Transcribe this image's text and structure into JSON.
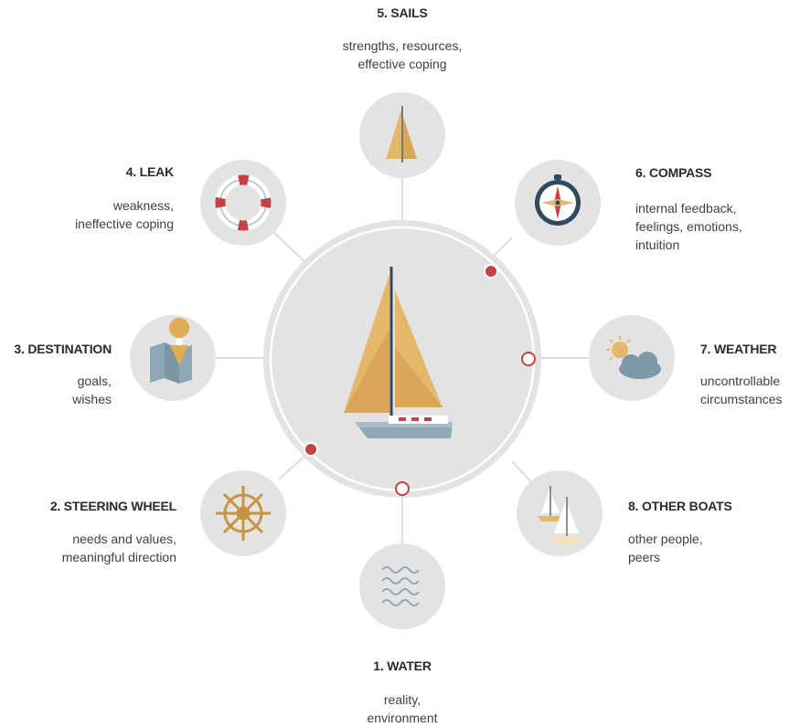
{
  "diagram": {
    "nodes": [
      {
        "id": "sails",
        "title": "5. SAILS",
        "description": [
          "strengths, resources,",
          "effective coping"
        ],
        "icon": "sail-icon"
      },
      {
        "id": "leak",
        "title": "4. LEAK",
        "description": [
          "weakness,",
          "ineffective coping"
        ],
        "icon": "lifebuoy-icon"
      },
      {
        "id": "compass",
        "title": "6. COMPASS",
        "description": [
          "internal feedback,",
          "feelings, emotions,",
          "intuition"
        ],
        "icon": "compass-icon"
      },
      {
        "id": "destination",
        "title": "3. DESTINATION",
        "description": [
          "goals,",
          "wishes"
        ],
        "icon": "map-pin-icon"
      },
      {
        "id": "weather",
        "title": "7. WEATHER",
        "description": [
          "uncontrollable",
          "circumstances"
        ],
        "icon": "sun-cloud-icon"
      },
      {
        "id": "steering",
        "title": "2. STEERING WHEEL",
        "description": [
          "needs and values,",
          "meaningful direction"
        ],
        "icon": "steering-wheel-icon"
      },
      {
        "id": "other-boats",
        "title": "8. OTHER BOATS",
        "description": [
          "other people,",
          "peers"
        ],
        "icon": "sailboats-icon"
      },
      {
        "id": "water",
        "title": "1. WATER",
        "description": [
          "reality,",
          "environment"
        ],
        "icon": "waves-icon"
      }
    ],
    "center_icon": "sailboat-icon",
    "colors": {
      "circle_fill": "#e3e3e3",
      "connector": "#dcdcdc",
      "accent_red": "#c0392b",
      "sail_gold": "#e2b468",
      "sail_gold_dark": "#d49d4a",
      "hull_blue": "#8fa8b8",
      "text_dark": "#2b2b2b"
    }
  }
}
